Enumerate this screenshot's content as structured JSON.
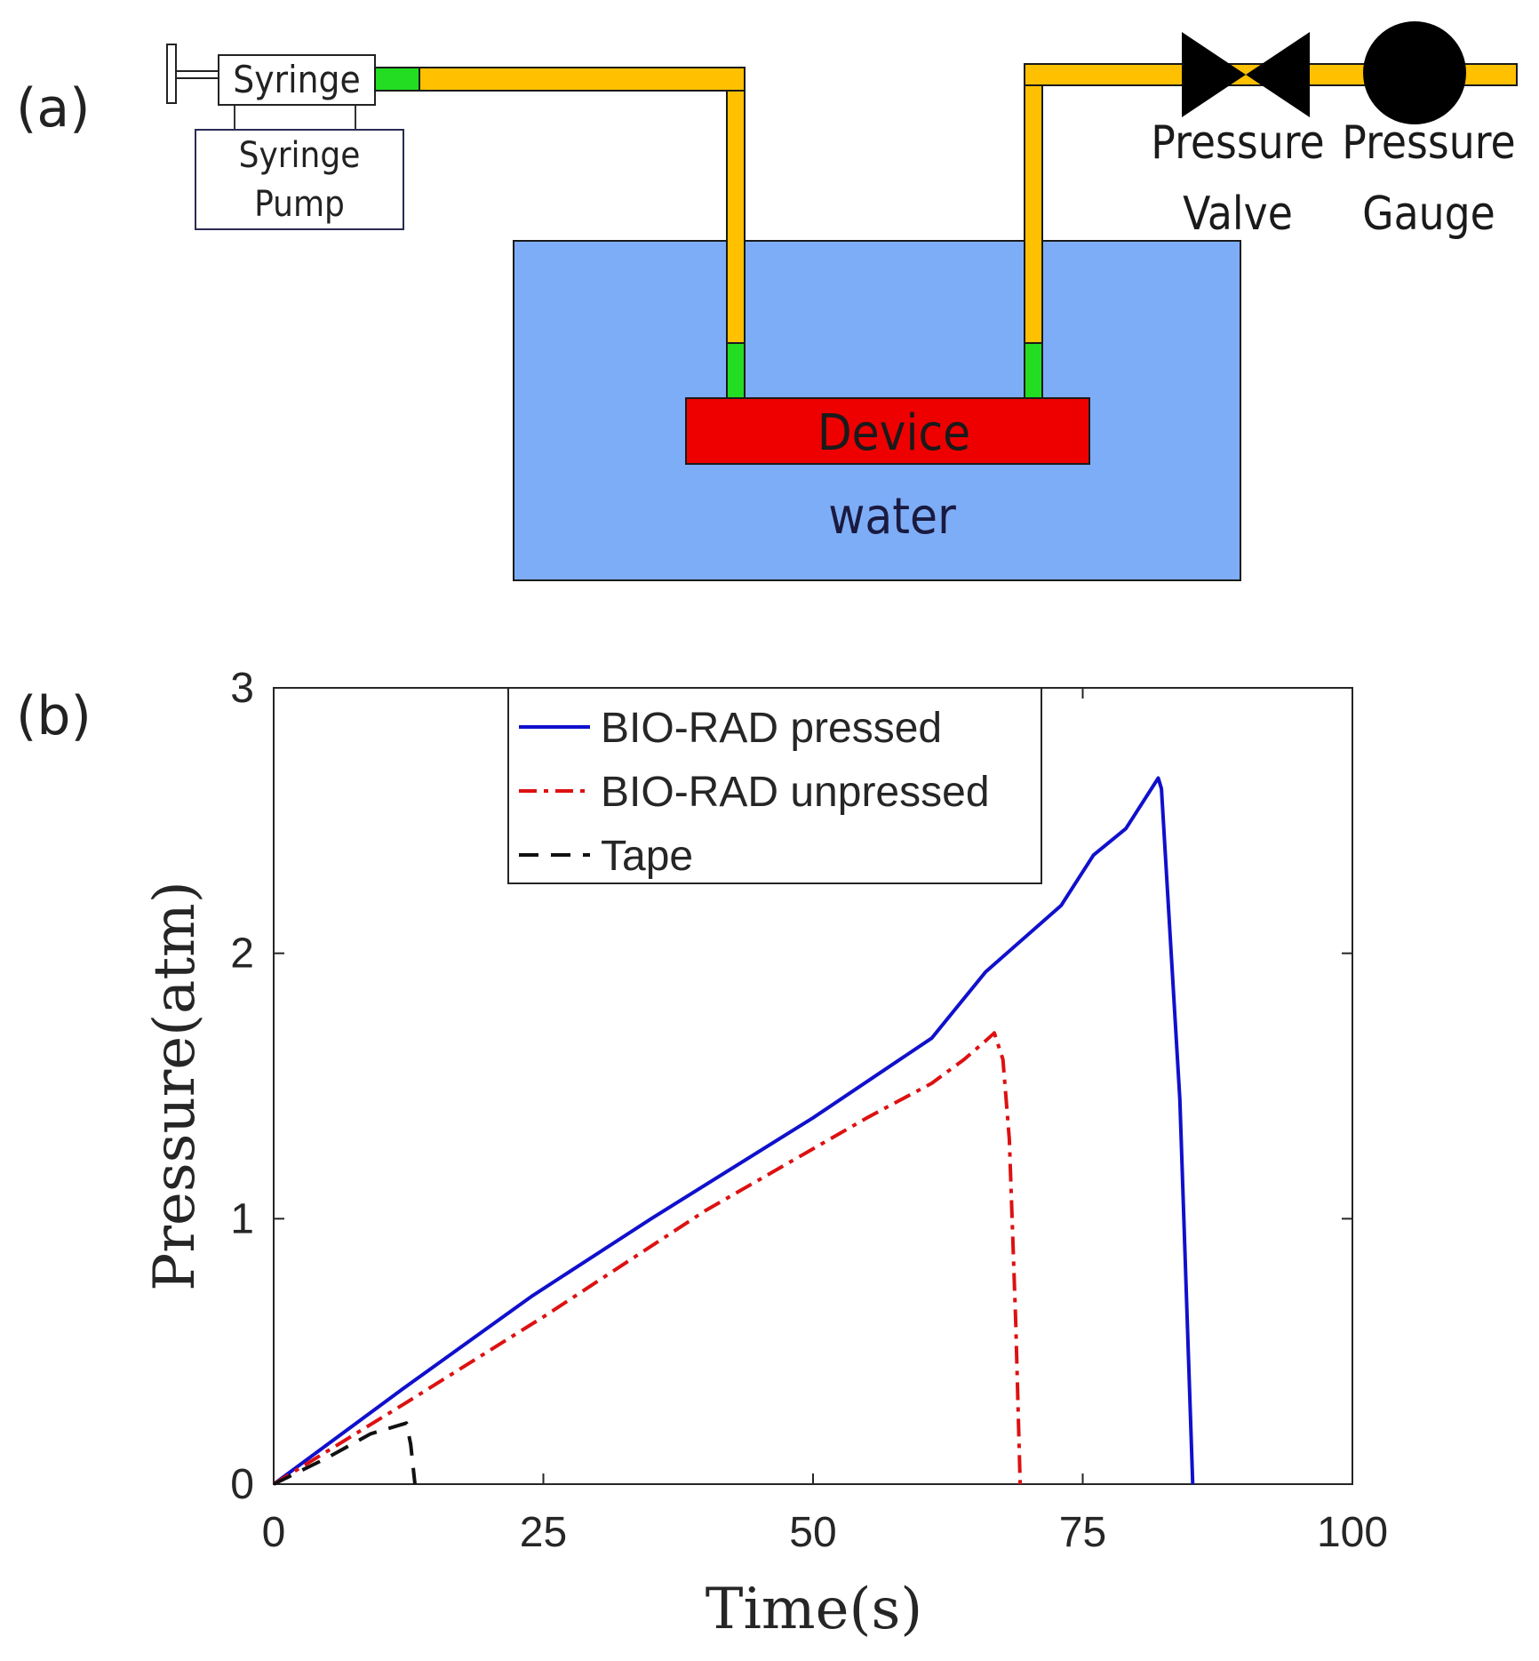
{
  "panel_a": {
    "label": "(a)",
    "syringe_label": "Syringe",
    "pump_label_line1": "Syringe",
    "pump_label_line2": "Pump",
    "valve_label_line1": "Pressure",
    "valve_label_line2": "Valve",
    "gauge_label_line1": "Pressure",
    "gauge_label_line2": "Gauge",
    "device_label": "Device",
    "water_label": "water",
    "colors": {
      "tubing": "#FFC000",
      "connector": "#22DD22",
      "water": "#7EADF7",
      "device": "#EE0000",
      "outline": "#1a1a1a"
    }
  },
  "panel_b": {
    "label": "(b)"
  },
  "chart_data": {
    "type": "line",
    "xlabel": "Time(s)",
    "ylabel": "Pressure(atm)",
    "xlim": [
      0,
      100
    ],
    "ylim": [
      0,
      3
    ],
    "xticks": [
      0,
      25,
      50,
      75,
      100
    ],
    "yticks": [
      0,
      1,
      2,
      3
    ],
    "legend_position": "top",
    "grid": false,
    "series": [
      {
        "name": "BIO-RAD pressed",
        "color": "#1010CC",
        "style": "solid",
        "points": [
          [
            0,
            0
          ],
          [
            12,
            0.36
          ],
          [
            24,
            0.71
          ],
          [
            35,
            1.0
          ],
          [
            50,
            1.38
          ],
          [
            61,
            1.68
          ],
          [
            66,
            1.93
          ],
          [
            73,
            2.18
          ],
          [
            76,
            2.37
          ],
          [
            79,
            2.47
          ],
          [
            82,
            2.66
          ],
          [
            82.3,
            2.62
          ],
          [
            84,
            1.45
          ],
          [
            85.2,
            0
          ]
        ]
      },
      {
        "name": "BIO-RAD unpressed",
        "color": "#DD1111",
        "style": "dashdot",
        "points": [
          [
            0,
            0
          ],
          [
            12,
            0.3
          ],
          [
            25,
            0.63
          ],
          [
            40,
            1.03
          ],
          [
            55,
            1.38
          ],
          [
            61,
            1.51
          ],
          [
            64,
            1.6
          ],
          [
            66,
            1.67
          ],
          [
            66.8,
            1.7
          ],
          [
            67.6,
            1.6
          ],
          [
            68.2,
            1.3
          ],
          [
            68.8,
            0.6
          ],
          [
            69.2,
            0
          ]
        ]
      },
      {
        "name": "Tape",
        "color": "#111111",
        "style": "dashed",
        "points": [
          [
            0,
            0
          ],
          [
            5,
            0.1
          ],
          [
            9,
            0.19
          ],
          [
            12.3,
            0.23
          ],
          [
            12.7,
            0.15
          ],
          [
            13.1,
            0
          ]
        ]
      }
    ]
  }
}
